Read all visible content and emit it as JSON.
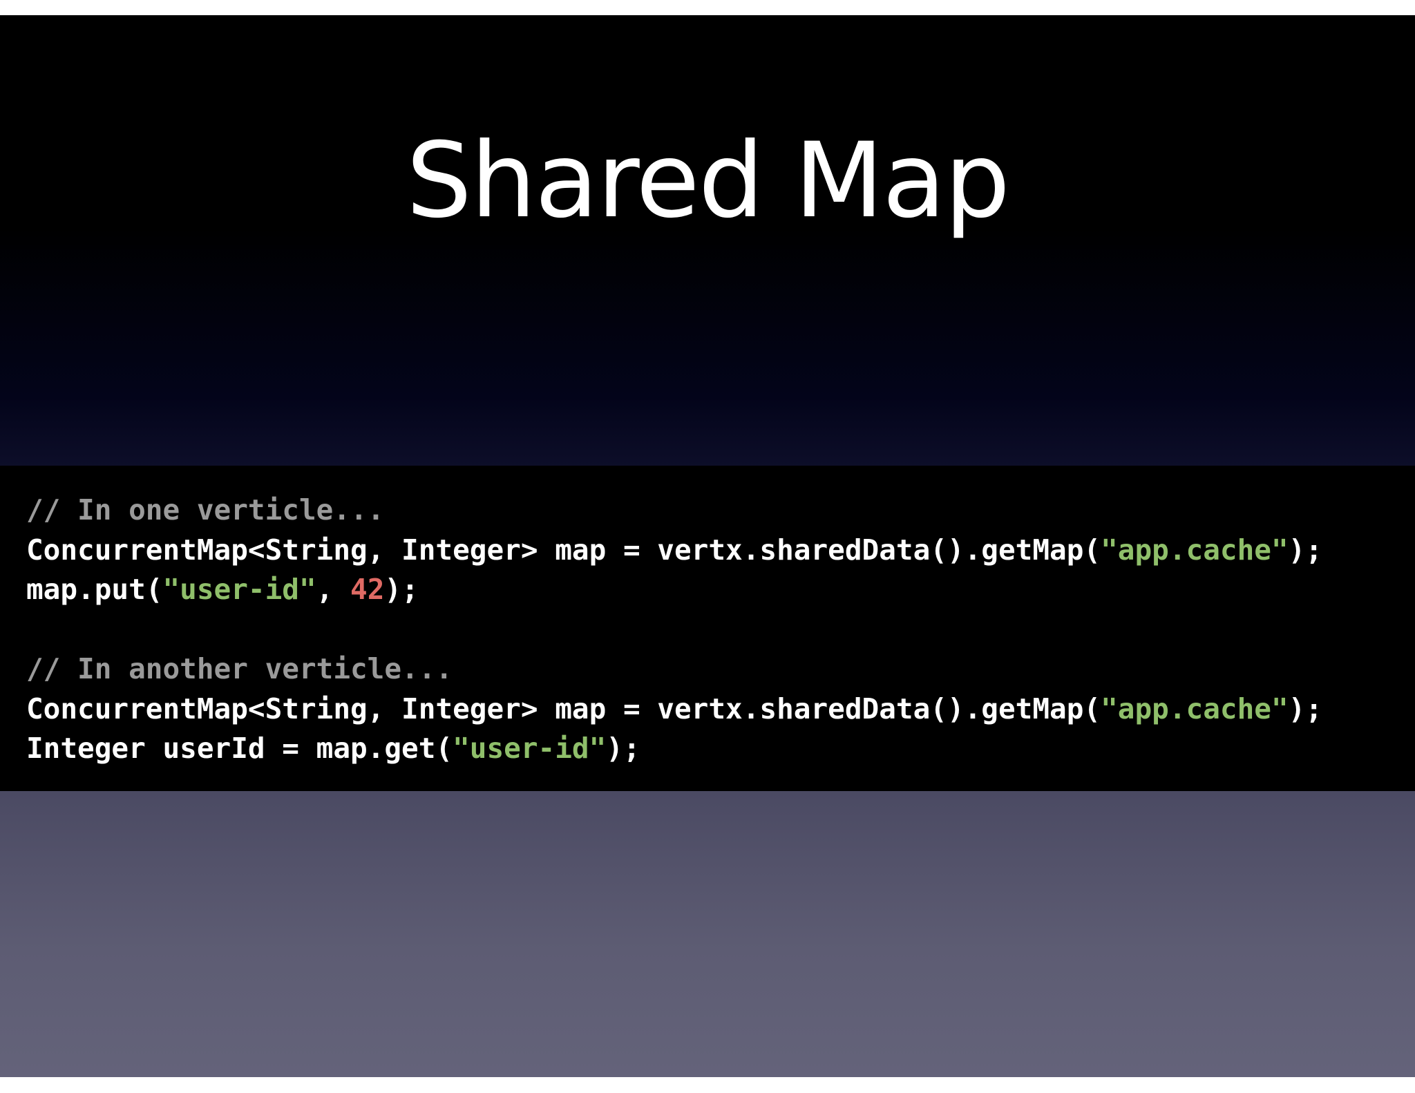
{
  "slide": {
    "title": "Shared Map"
  },
  "code": {
    "lines": [
      {
        "tokens": [
          {
            "type": "comment",
            "text": "// In one verticle..."
          }
        ]
      },
      {
        "tokens": [
          {
            "type": "plain",
            "text": "ConcurrentMap<String, Integer> map = vertx.sharedData().getMap("
          },
          {
            "type": "string",
            "text": "\"app.cache\""
          },
          {
            "type": "plain",
            "text": ");"
          }
        ]
      },
      {
        "tokens": [
          {
            "type": "plain",
            "text": "map.put("
          },
          {
            "type": "string",
            "text": "\"user-id\""
          },
          {
            "type": "plain",
            "text": ", "
          },
          {
            "type": "number",
            "text": "42"
          },
          {
            "type": "plain",
            "text": ");"
          }
        ]
      },
      {
        "tokens": []
      },
      {
        "tokens": [
          {
            "type": "comment",
            "text": "// In another verticle..."
          }
        ]
      },
      {
        "tokens": [
          {
            "type": "plain",
            "text": "ConcurrentMap<String, Integer> map = vertx.sharedData().getMap("
          },
          {
            "type": "string",
            "text": "\"app.cache\""
          },
          {
            "type": "plain",
            "text": ");"
          }
        ]
      },
      {
        "tokens": [
          {
            "type": "plain",
            "text": "Integer userId = map.get("
          },
          {
            "type": "string",
            "text": "\"user-id\""
          },
          {
            "type": "plain",
            "text": ");"
          }
        ]
      }
    ]
  },
  "colors": {
    "comment": "#9a9a9a",
    "string": "#8fbf6a",
    "number": "#e06a64",
    "plain": "#ffffff",
    "code_background": "#000000"
  }
}
